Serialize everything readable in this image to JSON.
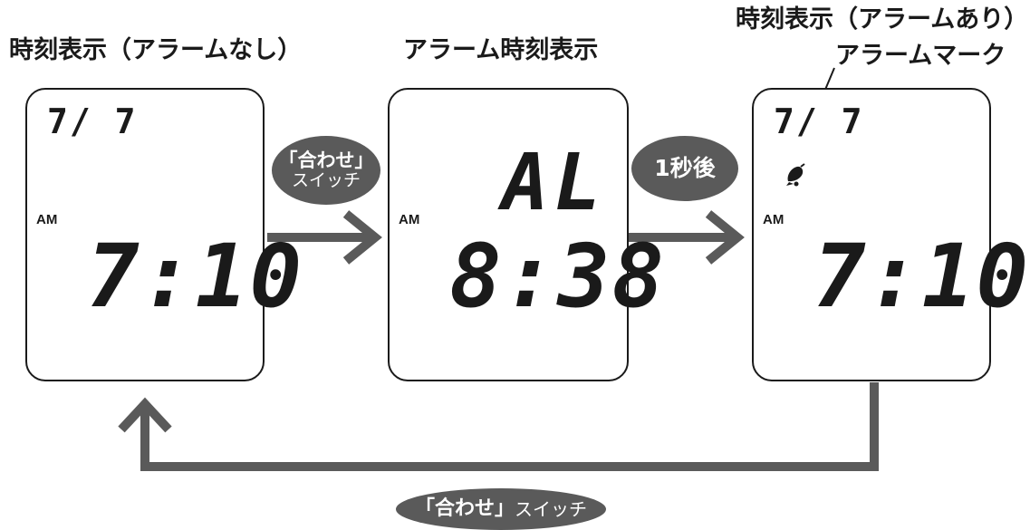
{
  "titles": {
    "left": "時刻表示（アラームなし）",
    "center": "アラーム時刻表示",
    "right": "時刻表示（アラームあり）",
    "mark_label": "アラームマーク"
  },
  "left_display": {
    "date": "7/ 7",
    "am": "AM",
    "time": "7:10"
  },
  "center_display": {
    "alarm": "AL",
    "am": "AM",
    "time": "8:38"
  },
  "right_display": {
    "date": "7/ 7",
    "am": "AM",
    "time": "7:10",
    "mark_icon": "alarm-bell-icon"
  },
  "bubbles": {
    "switch_top_line1": "「合わせ」",
    "switch_top_line2": "スイッチ",
    "one_second": "1秒後",
    "switch_bottom_bold": "「合わせ」",
    "switch_bottom_rest": "スイッチ"
  },
  "colors": {
    "arrow": "#5a5a5a",
    "bubble": "#5a5a5a",
    "border": "#1a1a1a"
  }
}
